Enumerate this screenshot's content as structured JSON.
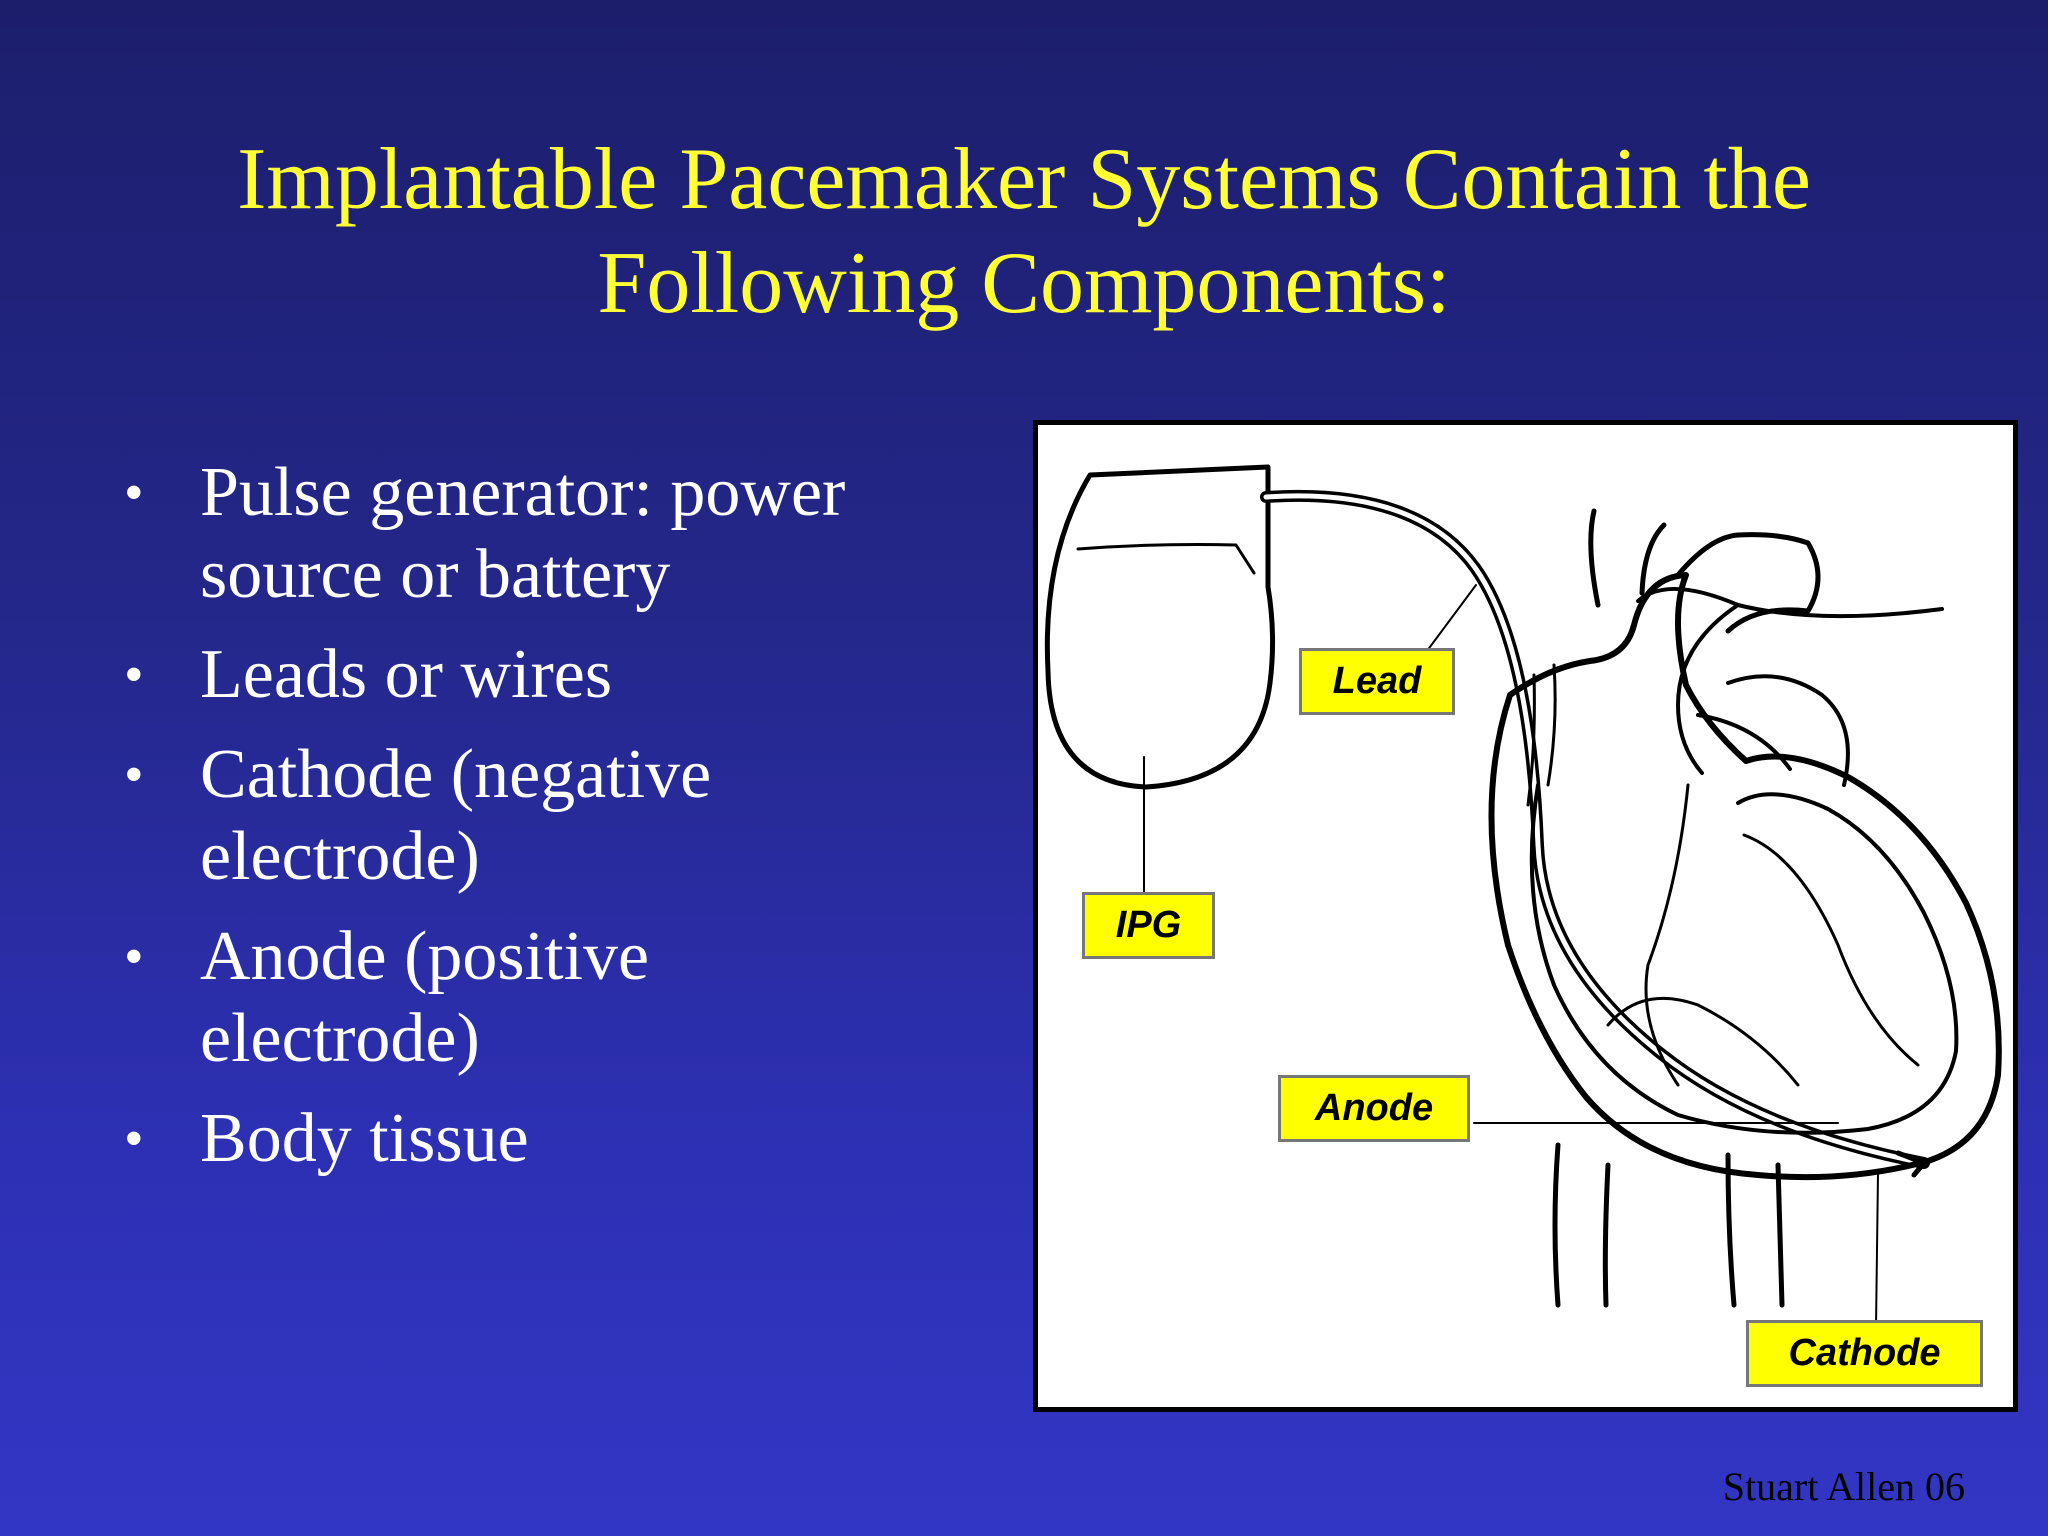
{
  "slide": {
    "title_line1": "Implantable Pacemaker Systems Contain the",
    "title_line2": "Following Components:",
    "bullet_char": "•",
    "bullets": [
      {
        "line1": "Pulse generator: power",
        "line2": "source or battery"
      },
      {
        "line1": "Leads or wires",
        "line2": ""
      },
      {
        "line1": "Cathode (negative",
        "line2": "electrode)"
      },
      {
        "line1": "Anode (positive",
        "line2": "electrode)"
      },
      {
        "line1": "Body tissue",
        "line2": ""
      }
    ],
    "credit": "Stuart Allen 06"
  },
  "figure": {
    "labels": {
      "lead": "Lead",
      "ipg": "IPG",
      "anode": "Anode",
      "cathode": "Cathode"
    },
    "colors": {
      "label_fill": "#ffff00",
      "ink": "#000000",
      "title": "#ffff33"
    }
  }
}
